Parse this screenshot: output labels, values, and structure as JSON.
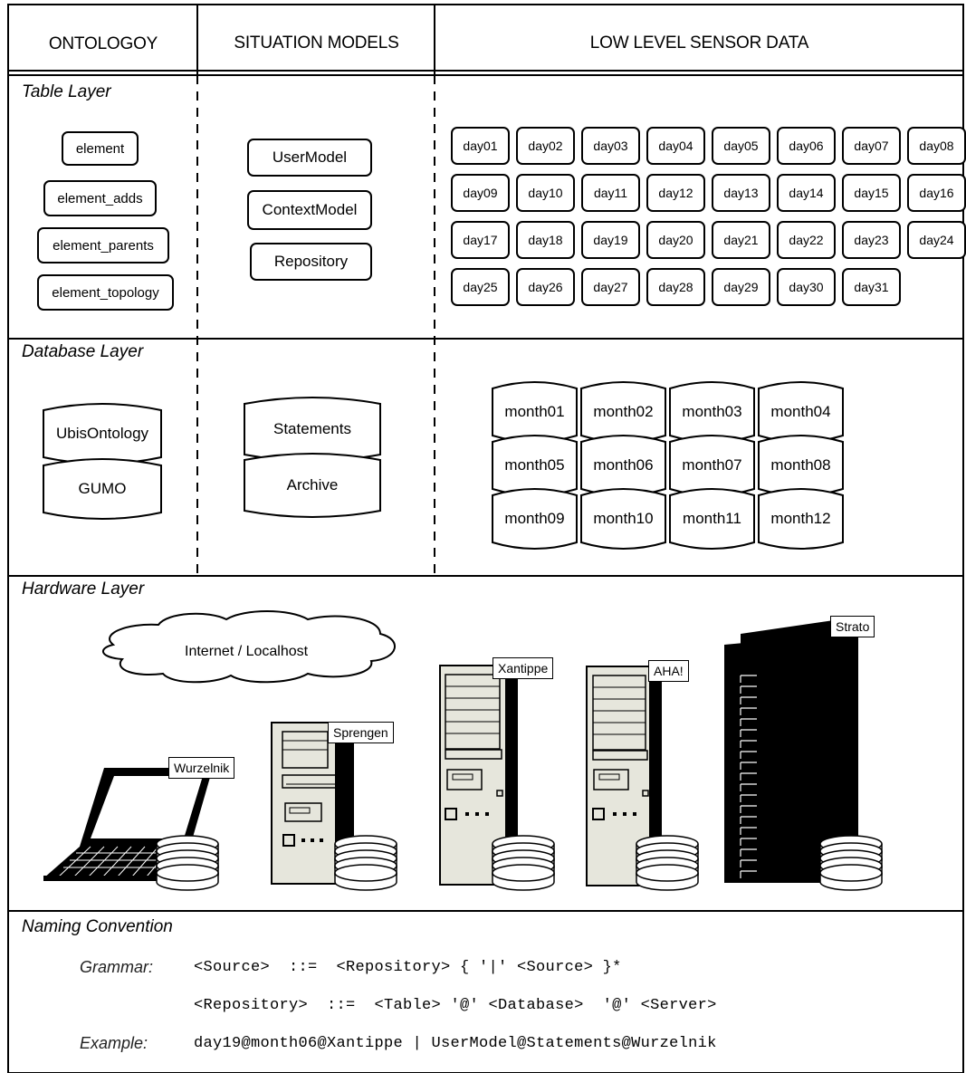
{
  "columns": {
    "ontology": "ONTOLOGOY",
    "situation_models": "SITUATION MODELS",
    "sensor_data": "LOW LEVEL SENSOR DATA"
  },
  "table_layer": {
    "title": "Table Layer",
    "ontology_tables": [
      "element",
      "element_adds",
      "element_parents",
      "element_topology"
    ],
    "situation_tables": [
      "UserModel",
      "ContextModel",
      "Repository"
    ],
    "day_tables": [
      "day01",
      "day02",
      "day03",
      "day04",
      "day05",
      "day06",
      "day07",
      "day08",
      "day09",
      "day10",
      "day11",
      "day12",
      "day13",
      "day14",
      "day15",
      "day16",
      "day17",
      "day18",
      "day19",
      "day20",
      "day21",
      "day22",
      "day23",
      "day24",
      "day25",
      "day26",
      "day27",
      "day28",
      "day29",
      "day30",
      "day31"
    ]
  },
  "database_layer": {
    "title": "Database Layer",
    "ontology_dbs": [
      "UbisOntology",
      "GUMO"
    ],
    "situation_dbs": [
      "Statements",
      "Archive"
    ],
    "month_dbs": [
      "month01",
      "month02",
      "month03",
      "month04",
      "month05",
      "month06",
      "month07",
      "month08",
      "month09",
      "month10",
      "month11",
      "month12"
    ]
  },
  "hardware_layer": {
    "title": "Hardware Layer",
    "cloud": "Internet / Localhost",
    "servers": [
      "Wurzelnik",
      "Sprengen",
      "Xantippe",
      "AHA!",
      "Strato"
    ]
  },
  "naming": {
    "title": "Naming Convention",
    "grammar_label": "Grammar:",
    "grammar_line1": "<Source>  ::=  <Repository> { '|' <Source> }*",
    "grammar_line2": "<Repository>  ::=  <Table> '@' <Database>  '@' <Server>",
    "example_label": "Example:",
    "example": "day19@month06@Xantippe | UserModel@Statements@Wurzelnik"
  }
}
